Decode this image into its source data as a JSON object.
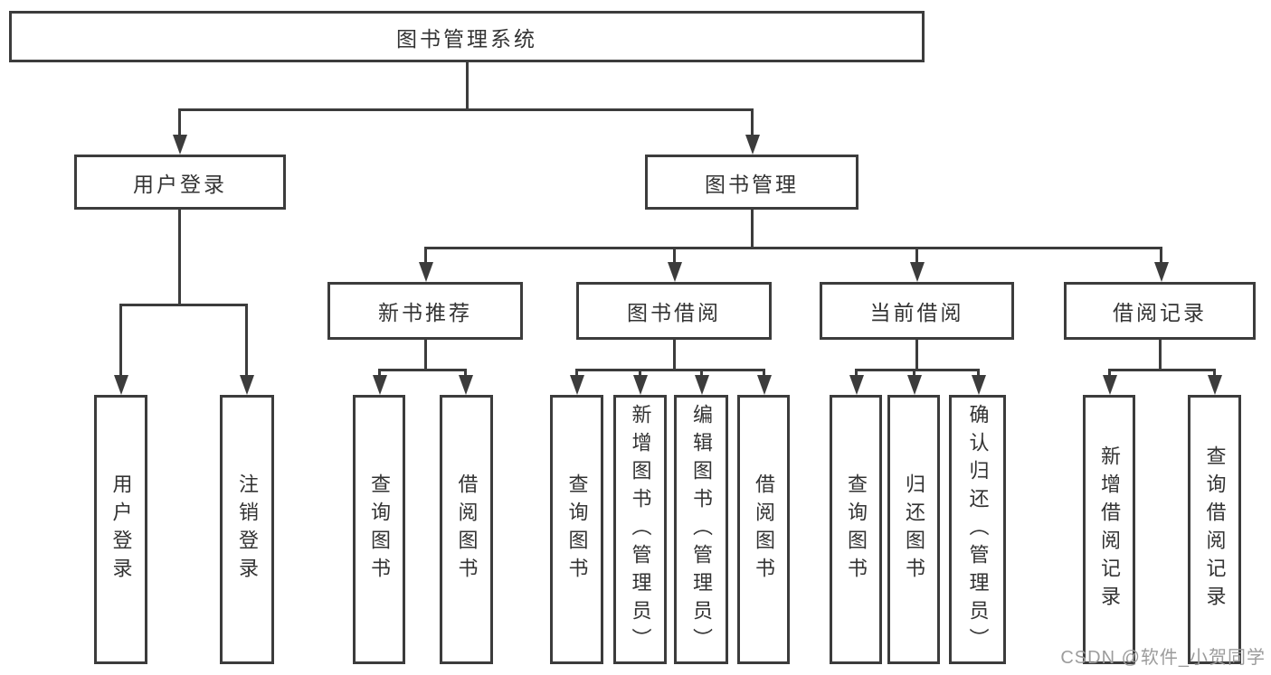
{
  "nodes": {
    "root": "图书管理系统",
    "user_login": "用户登录",
    "book_management": "图书管理",
    "new_book_recommend": "新书推荐",
    "book_borrow": "图书借阅",
    "current_borrow": "当前借阅",
    "borrow_records": "借阅记录",
    "leaf_user_login": "用户登录",
    "leaf_logout": "注销登录",
    "leaf_query_books_recommend": "查询图书",
    "leaf_borrow_books_recommend": "借阅图书",
    "leaf_query_books_borrow": "查询图书",
    "leaf_add_books_admin": "新增图书（管理员）",
    "leaf_edit_books_admin": "编辑图书（管理员）",
    "leaf_borrow_books_borrow": "借阅图书",
    "leaf_query_books_current": "查询图书",
    "leaf_return_books": "归还图书",
    "leaf_confirm_return_admin": "确认归还（管理员）",
    "leaf_add_borrow_record": "新增借阅记录",
    "leaf_query_borrow_record": "查询借阅记录"
  },
  "edges": [
    {
      "from": "root",
      "to": "user_login"
    },
    {
      "from": "root",
      "to": "book_management"
    },
    {
      "from": "user_login",
      "to": "leaf_user_login"
    },
    {
      "from": "user_login",
      "to": "leaf_logout"
    },
    {
      "from": "book_management",
      "to": "new_book_recommend"
    },
    {
      "from": "book_management",
      "to": "book_borrow"
    },
    {
      "from": "book_management",
      "to": "current_borrow"
    },
    {
      "from": "book_management",
      "to": "borrow_records"
    },
    {
      "from": "new_book_recommend",
      "to": "leaf_query_books_recommend"
    },
    {
      "from": "new_book_recommend",
      "to": "leaf_borrow_books_recommend"
    },
    {
      "from": "book_borrow",
      "to": "leaf_query_books_borrow"
    },
    {
      "from": "book_borrow",
      "to": "leaf_add_books_admin"
    },
    {
      "from": "book_borrow",
      "to": "leaf_edit_books_admin"
    },
    {
      "from": "book_borrow",
      "to": "leaf_borrow_books_borrow"
    },
    {
      "from": "current_borrow",
      "to": "leaf_query_books_current"
    },
    {
      "from": "current_borrow",
      "to": "leaf_return_books"
    },
    {
      "from": "current_borrow",
      "to": "leaf_confirm_return_admin"
    },
    {
      "from": "borrow_records",
      "to": "leaf_add_borrow_record"
    },
    {
      "from": "borrow_records",
      "to": "leaf_query_borrow_record"
    }
  ],
  "watermark": "CSDN @软件_小贺同学",
  "colors": {
    "line": "#3c3c3c",
    "text": "#333333",
    "box_background": "#ffffff",
    "page_background": "#ffffff",
    "watermark": "#9c9c9c"
  }
}
